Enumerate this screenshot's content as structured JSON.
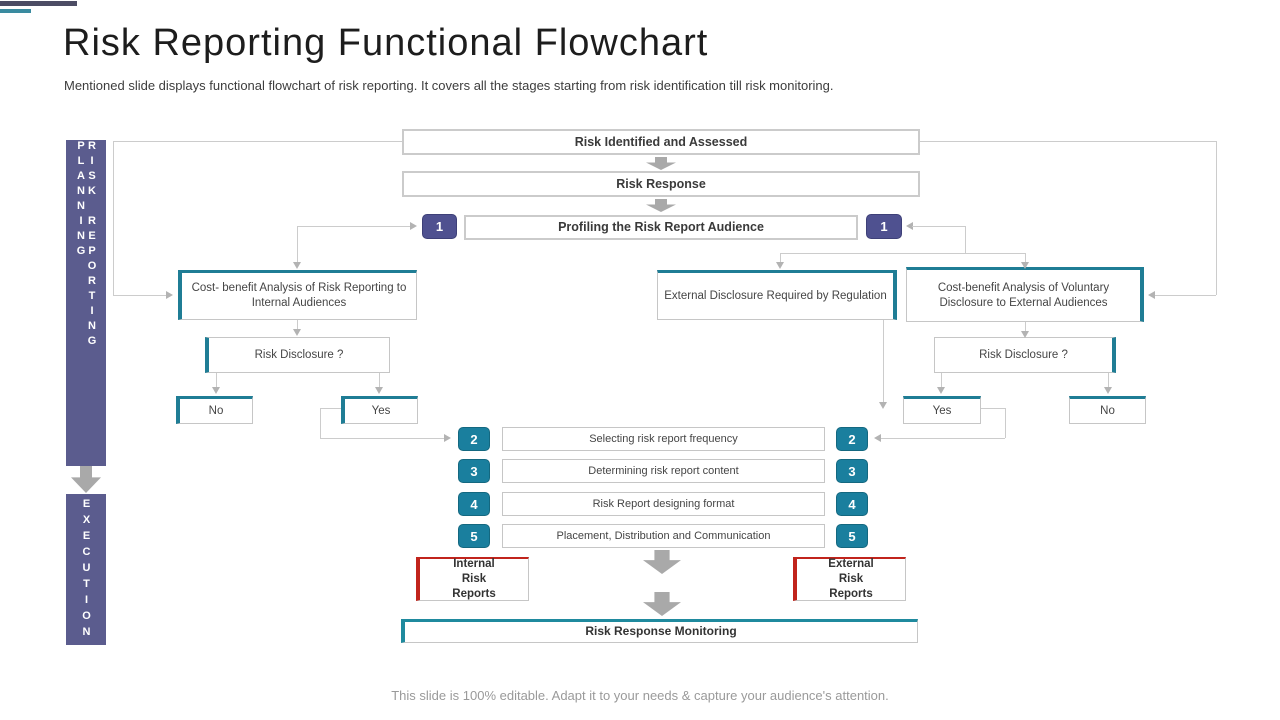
{
  "slide": {
    "title": "Risk Reporting Functional Flowchart",
    "subtitle": "Mentioned slide displays functional flowchart of risk reporting. It covers all the stages starting from risk identification till risk monitoring.",
    "footer": "This slide is 100% editable. Adapt it to your needs & capture your audience's attention."
  },
  "sidebar": {
    "planning_label": "RISK REPORTING PLANNING",
    "execution_label": "EXECUTION"
  },
  "flow": {
    "risk_identified": "Risk Identified and Assessed",
    "risk_response": "Risk Response",
    "profiling": "Profiling the Risk Report Audience",
    "badge_one": "1",
    "left_branch": {
      "cost_benefit": "Cost- benefit Analysis of Risk Reporting to Internal Audiences",
      "risk_disclosure": "Risk Disclosure ?",
      "no": "No",
      "yes": "Yes"
    },
    "right_branch": {
      "external_disclosure": "External Disclosure Required by Regulation",
      "cost_benefit": "Cost-benefit Analysis of Voluntary Disclosure to External Audiences",
      "risk_disclosure": "Risk Disclosure ?",
      "yes": "Yes",
      "no": "No"
    },
    "steps": [
      {
        "num": "2",
        "label": "Selecting risk report frequency"
      },
      {
        "num": "3",
        "label": "Determining risk report content"
      },
      {
        "num": "4",
        "label": "Risk Report designing format"
      },
      {
        "num": "5",
        "label": "Placement, Distribution and Communication"
      }
    ],
    "internal_reports": "Internal Risk Reports",
    "external_reports": "External Risk Reports",
    "monitoring": "Risk Response Monitoring"
  },
  "colors": {
    "purple": "#4f5190",
    "sidebar_purple": "#5b5c8e",
    "teal_badge": "#1a7f9e",
    "teal_accent": "#1f7d95",
    "red_accent": "#c1241c",
    "connector_gray": "#cccccc",
    "block_arrow_gray": "#a9a9a9"
  }
}
